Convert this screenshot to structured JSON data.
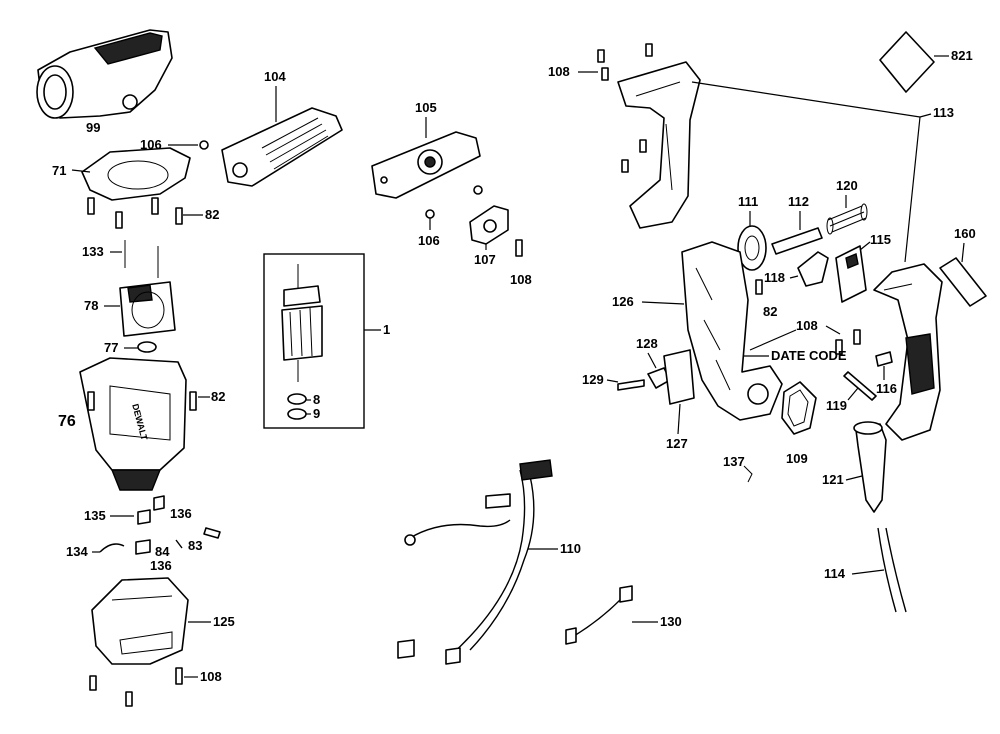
{
  "labels": {
    "p99": "99",
    "p104": "104",
    "p105": "105",
    "p106a": "106",
    "p106b": "106",
    "p71": "71",
    "p82a": "82",
    "p82b": "82",
    "p82c": "82",
    "p133": "133",
    "p78": "78",
    "p77": "77",
    "p76": "76",
    "p1": "1",
    "p8": "8",
    "p9": "9",
    "p107": "107",
    "p108a": "108",
    "p108b": "108",
    "p108c": "108",
    "p108d": "108",
    "p135": "135",
    "p136a": "136",
    "p136b": "136",
    "p83": "83",
    "p84": "84",
    "p134": "134",
    "p125": "125",
    "p110": "110",
    "p130": "130",
    "p821": "821",
    "p113": "113",
    "p111": "111",
    "p112": "112",
    "p120": "120",
    "p115": "115",
    "p160": "160",
    "p118": "118",
    "p126": "126",
    "p128": "128",
    "p129": "129",
    "p127": "127",
    "p109": "109",
    "p137": "137",
    "p116": "116",
    "p119": "119",
    "p121": "121",
    "p114": "114",
    "date_code": "DATE CODE"
  },
  "housing_brand": "DEWALT"
}
